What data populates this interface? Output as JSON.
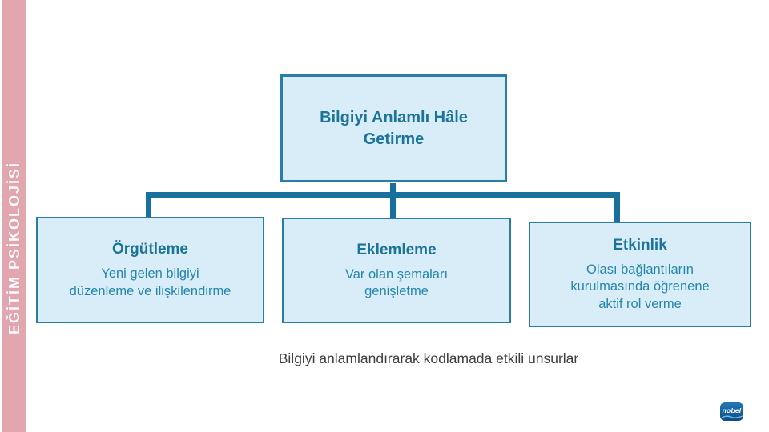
{
  "sidebar": {
    "label": "EĞİTİM PSİKOLOJİSİ"
  },
  "diagram": {
    "root": {
      "title": "Bilgiyi Anlamlı Hâle\nGetirme"
    },
    "children": [
      {
        "title": "Örgütleme",
        "description": "Yeni gelen bilgiyi\ndüzenleme ve ilişkilendirme"
      },
      {
        "title": "Eklemleme",
        "description": "Var olan şemaları\ngenişletme"
      },
      {
        "title": "Etkinlik",
        "description": "Olası bağlantıların\nkurulmasında öğrenene\naktif rol verme"
      }
    ]
  },
  "caption": "Bilgiyi anlamlandırarak kodlamada etkili unsurlar",
  "logo": {
    "text": "nobel"
  },
  "colors": {
    "box_fill": "#d9edf8",
    "box_border": "#2a7ea5",
    "connector": "#17719c",
    "title_text": "#1c7499",
    "body_text": "#2486ac",
    "caption_text": "#3d3d3d",
    "sidebar_bar": "#e2a6ae",
    "sidebar_text": "#fdfdfd",
    "logo_bg": "#0d4e87"
  }
}
